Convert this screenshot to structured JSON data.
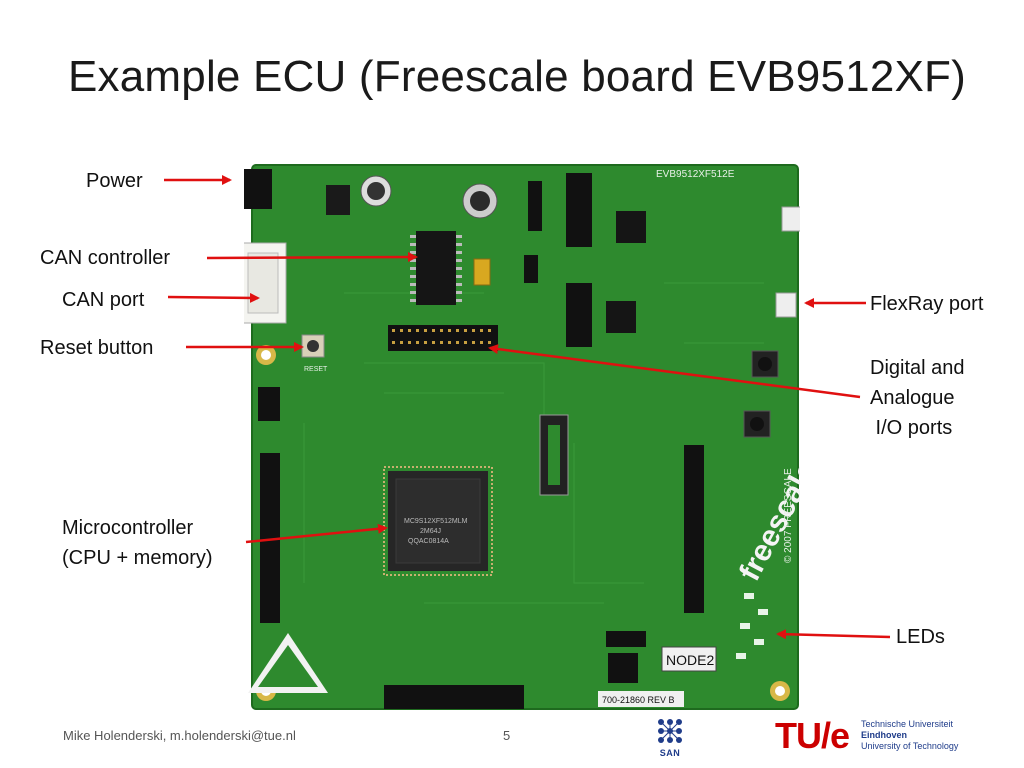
{
  "slide": {
    "title": "Example ECU (Freescale board EVB9512XF)",
    "labels": {
      "power": "Power",
      "can_controller": "CAN controller",
      "can_port": "CAN port",
      "reset_button": "Reset button",
      "microcontroller_line1": "Microcontroller",
      "microcontroller_line2": "(CPU + memory)",
      "flexray_port": "FlexRay port",
      "digital_line1": "Digital and",
      "digital_line2": "Analogue",
      "digital_line3": " I/O ports",
      "leds": "LEDs"
    },
    "arrow_color": "#e01010"
  },
  "board": {
    "silkscreen_top": "EVB9512XF512E",
    "chip_text_line1": "MC9S12XF512MLM",
    "chip_text_line2": "2M64J",
    "chip_text_line3": "QQAC0814A",
    "brand": "freescale",
    "copyright": "© 2007 FREESCALE",
    "node_label": "NODE2",
    "rev_label": "700-21860 REV B",
    "reset_label": "RESET",
    "board_color": "#2e8a2e"
  },
  "footer": {
    "author": "Mike Holenderski, m.holenderski@tue.nl",
    "page_number": "5",
    "san_label": "SAN",
    "tue_mark": "TU/e",
    "tue_line1": "Technische Universiteit",
    "tue_line2": "Eindhoven",
    "tue_line3": "University of Technology"
  }
}
